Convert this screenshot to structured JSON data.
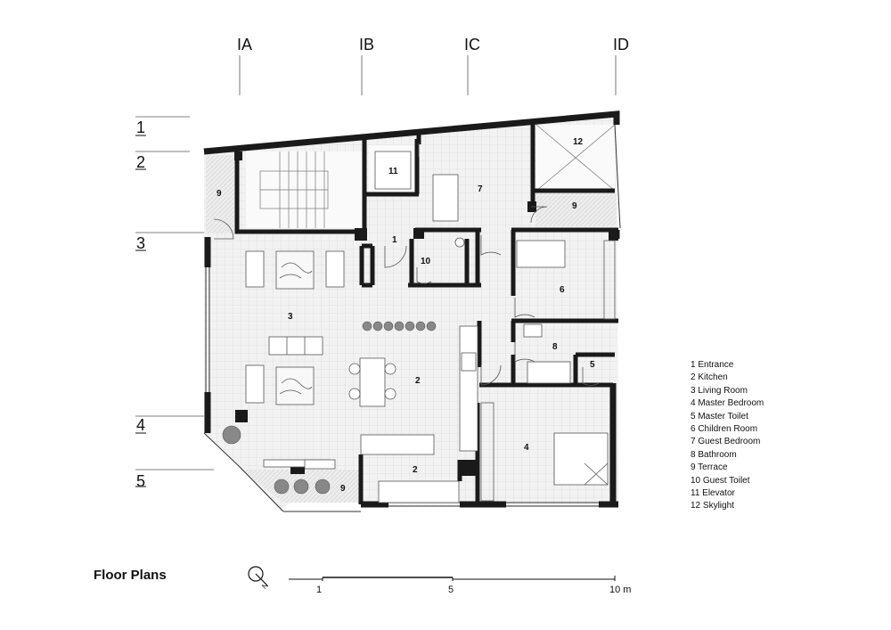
{
  "diagram": {
    "title": "Floor Plans",
    "column_grid": [
      "IA",
      "IB",
      "IC",
      "ID"
    ],
    "row_grid": [
      "1",
      "2",
      "3",
      "4",
      "5"
    ],
    "room_labels": {
      "r1": "1",
      "r2a": "2",
      "r2b": "2",
      "r3": "3",
      "r4": "4",
      "r5": "5",
      "r6": "6",
      "r7": "7",
      "r8": "8",
      "r9a": "9",
      "r9b": "9",
      "r9c": "9",
      "r10": "10",
      "r11": "11",
      "r12": "12"
    },
    "legend": [
      "1  Entrance",
      "2  Kitchen",
      "3  Living Room",
      "4  Master Bedroom",
      "5  Master Toilet",
      "6  Children Room",
      "7  Guest Bedroom",
      "8  Bathroom",
      "9  Terrace",
      "10  Guest Toilet",
      "11  Elevator",
      "12  Skylight"
    ],
    "scale_bar": {
      "labels": [
        "1",
        "5",
        "10 m"
      ]
    },
    "north_symbol": {
      "letter": "N"
    }
  }
}
